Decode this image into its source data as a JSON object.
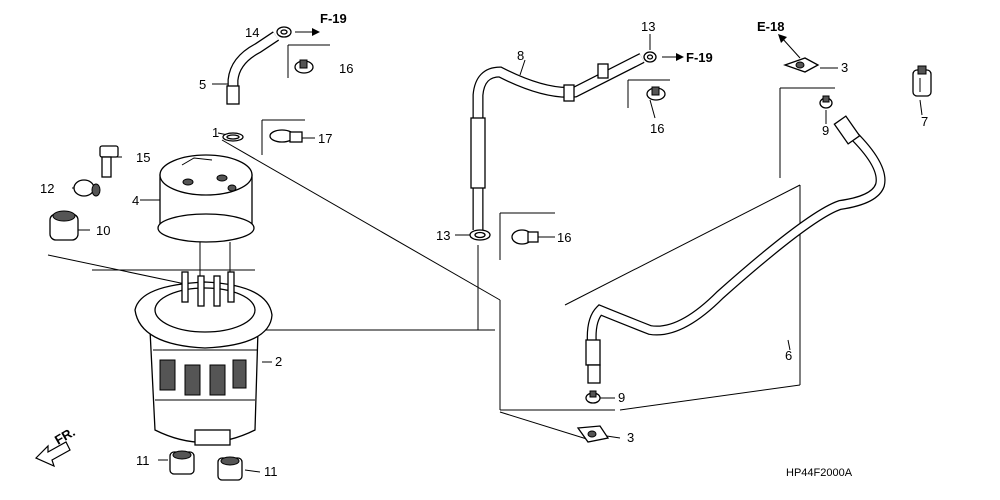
{
  "labels": {
    "p1": "1",
    "p2": "2",
    "p3a": "3",
    "p3b": "3",
    "p4": "4",
    "p5": "5",
    "p6": "6",
    "p7": "7",
    "p8": "8",
    "p9a": "9",
    "p9b": "9",
    "p10": "10",
    "p11a": "11",
    "p11b": "11",
    "p12": "12",
    "p13a": "13",
    "p13b": "13",
    "p14": "14",
    "p15": "15",
    "p16a": "16",
    "p16b": "16",
    "p16c": "16",
    "p17": "17"
  },
  "refs": {
    "f19a": "F-19",
    "f19b": "F-19",
    "e18": "E-18",
    "fr": "FR."
  },
  "diagram_code": "HP44F2000A"
}
